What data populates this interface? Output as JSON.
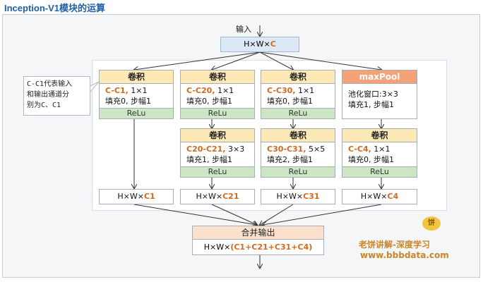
{
  "title": "Inception-V1模块的运算",
  "input": {
    "label": "输入",
    "shape_prefix": "H×W×",
    "shape_acc": "C"
  },
  "callout": [
    "C-C1代表输入",
    "和输出通道分",
    "别为C、C1"
  ],
  "top_row": [
    {
      "header": "卷积",
      "name": "C-C1,",
      "params": "1×1",
      "line2": "填充0, 步幅1",
      "relu": "ReLu"
    },
    {
      "header": "卷积",
      "name": "C-C20,",
      "params": "1×1",
      "line2": "填充0, 步幅1",
      "relu": "ReLu"
    },
    {
      "header": "卷积",
      "name": "C-C30,",
      "params": "1×1",
      "line2": "填充0, 步幅1",
      "relu": "ReLu"
    },
    {
      "header": "maxPool",
      "line1": "池化窗口:3×3",
      "line2": "填充1, 步幅1"
    }
  ],
  "second_row": [
    {
      "header": "卷积",
      "name": "C20-C21,",
      "params": "3×3",
      "line2": "填充1, 步幅1",
      "relu": "ReLu"
    },
    {
      "header": "卷积",
      "name": "C30-C31,",
      "params": "5×5",
      "line2": "填充2, 步幅1",
      "relu": "ReLu"
    },
    {
      "header": "卷积",
      "name": "C-C4,",
      "params": "1×1",
      "line2": "填充0, 步幅1",
      "relu": "ReLu"
    }
  ],
  "outputs": [
    {
      "prefix": "H×W×",
      "acc": "C1"
    },
    {
      "prefix": "H×W×",
      "acc": "C21"
    },
    {
      "prefix": "H×W×",
      "acc": "C31"
    },
    {
      "prefix": "H×W×",
      "acc": "C4"
    }
  ],
  "merge": {
    "label": "合并输出",
    "prefix": "H×W×",
    "acc": "(C1+C21+C31+C4)"
  },
  "watermark": {
    "line1": "老饼讲解-深度学习",
    "line2": "www.bbbdata.com",
    "logo": "饼"
  }
}
